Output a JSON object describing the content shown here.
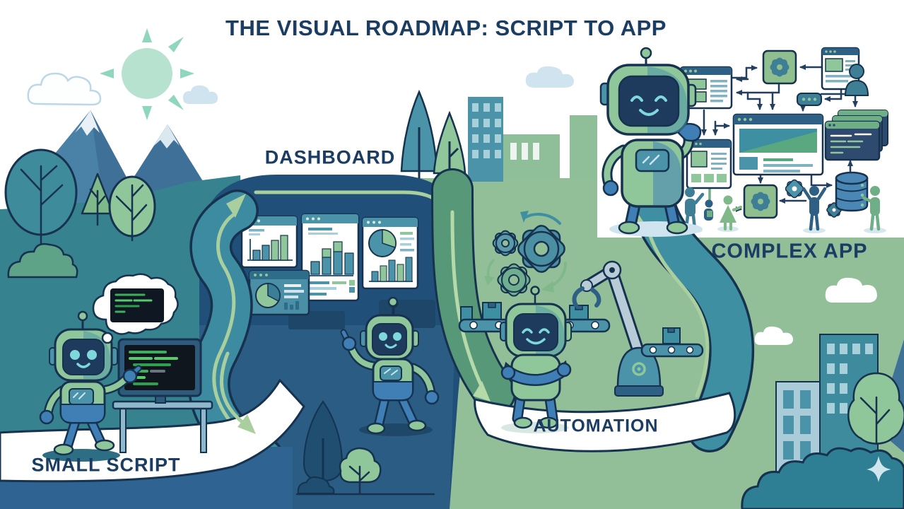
{
  "title": "THE VISUAL ROADMAP: SCRIPT TO APP",
  "stages": [
    {
      "id": "small-script",
      "label": "SMALL SCRIPT"
    },
    {
      "id": "dashboard",
      "label": "DASHBOARD"
    },
    {
      "id": "automation",
      "label": "AUTOMATION"
    },
    {
      "id": "complex-app",
      "label": "COMPLEX APP"
    }
  ],
  "icons": [
    "sun-icon",
    "cloud-icon",
    "mountain-icon",
    "tree-icon",
    "bush-icon",
    "building-icon",
    "robot-icon",
    "code-monitor-icon",
    "thought-bubble-icon",
    "desk-icon",
    "browser-window-icon",
    "bar-chart-icon",
    "pie-chart-icon",
    "map-pin-icon",
    "gear-icon",
    "cycle-arrow-icon",
    "robotic-arm-icon",
    "conveyor-belt-icon",
    "box-icon",
    "database-icon",
    "user-icon",
    "code-window-icon",
    "flow-arrow-icon",
    "sparkle-icon",
    "road-icon",
    "banner-icon"
  ],
  "palette": {
    "title_text": "#1b3c63",
    "outline_ink": "#16324e",
    "navy_road": "#20507a",
    "navy_road_light": "#2a5c84",
    "blue_ground": "#2f6391",
    "teal_scene": "#36828f",
    "teal_road": "#3d8ba0",
    "green_scene": "#92bf98",
    "green_road": "#579878",
    "arrow_green": "#a9cf9f",
    "robot_green": "#8fc79b",
    "robot_blue": "#3f7fb5",
    "face_screen": "#1e3a5c",
    "eye_cyan": "#7fd8dc",
    "code_screen": "#10161d",
    "code_green": "#3fae5c",
    "window_header": "#2e5f84",
    "chart_teal": "#4a93a8",
    "database_blue": "#4a87b5",
    "banner_white": "#ffffff",
    "sun_mint": "#b7e2cf"
  }
}
